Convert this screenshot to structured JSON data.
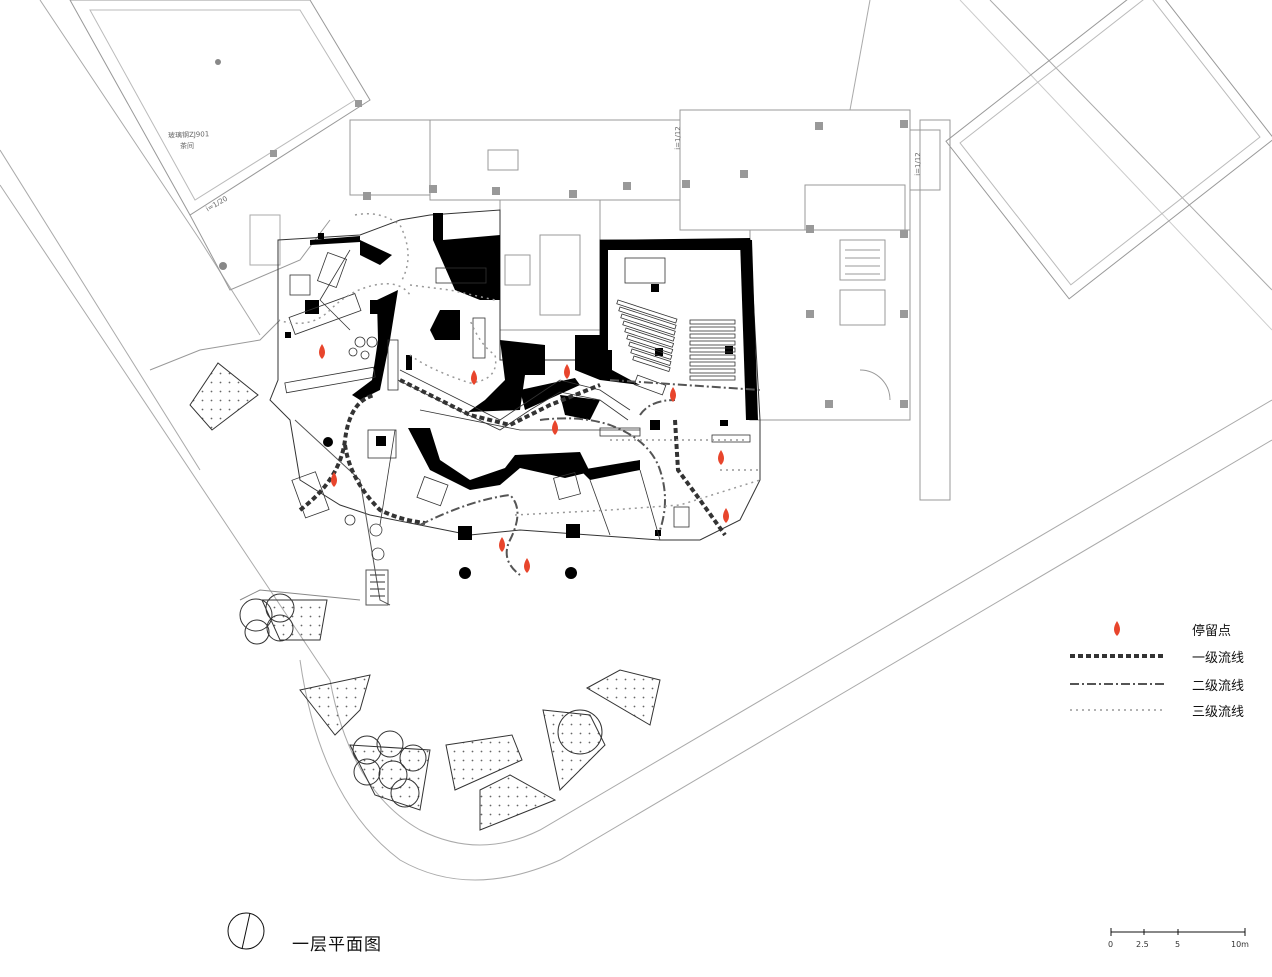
{
  "legend": {
    "stop_point": "停留点",
    "primary_flow": "一级流线",
    "secondary_flow": "二级流线",
    "tertiary_flow": "三级流线"
  },
  "drawing_title": "一层平面图",
  "scale_bar": {
    "ticks": [
      "0",
      "2.5",
      "5",
      "10m"
    ]
  },
  "plan_labels": {
    "room_a": "玻璃钢ZJ901",
    "room_a_sub": "茶间",
    "ramp_left": "i=1/20",
    "ramp_mid": "i=1/12",
    "ramp_right": "i=1/12"
  },
  "colors": {
    "stop_marker": "#e8452c",
    "wall": "#000000",
    "line": "#9a9a9a",
    "primary_flow": "#333333",
    "secondary_flow": "#555555",
    "tertiary_flow": "#9a9a9a"
  },
  "icons": {
    "stop_marker": "red-teardrop-marker",
    "north_arrow": "circle-with-needle"
  }
}
